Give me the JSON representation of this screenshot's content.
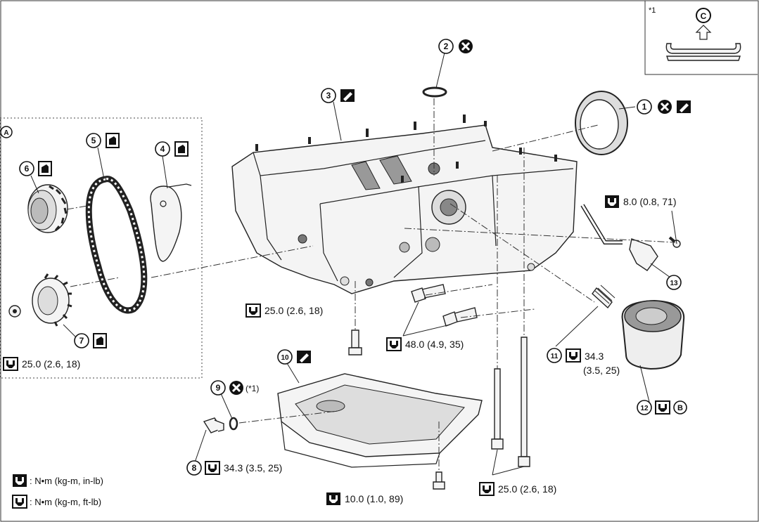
{
  "inset": {
    "note_mark": "*1",
    "letter": "C"
  },
  "callouts": {
    "c1": "1",
    "c2": "2",
    "c3": "3",
    "c4": "4",
    "c5": "5",
    "c6": "6",
    "c7": "7",
    "c8": "8",
    "c9": "9",
    "c10": "10",
    "c11": "11",
    "c12": "12",
    "c13": "13",
    "sectionA": "A",
    "letterB": "B",
    "letterC": "C"
  },
  "note_star1": "(*1)",
  "torques": {
    "t_80": "8.0 (0.8, 71)",
    "t_250_bolt": "25.0 (2.6, 18)",
    "t_480": "48.0 (4.9, 35)",
    "t_343_a": "34.3",
    "t_343_b": "(3.5, 25)",
    "t_250_sprocket": "25.0 (2.6, 18)",
    "t_343_plug": "34.3 (3.5, 25)",
    "t_100": "10.0 (1.0, 89)",
    "t_250_long": "25.0 (2.6, 18)"
  },
  "legend": [
    {
      "icon": "torque-inlb-icon",
      "text": ": N•m (kg-m, in-lb)"
    },
    {
      "icon": "torque-ftlb-icon",
      "text": ": N•m (kg-m, ft-lb)"
    }
  ],
  "colors": {
    "ink": "#111111",
    "paper": "#ffffff"
  }
}
